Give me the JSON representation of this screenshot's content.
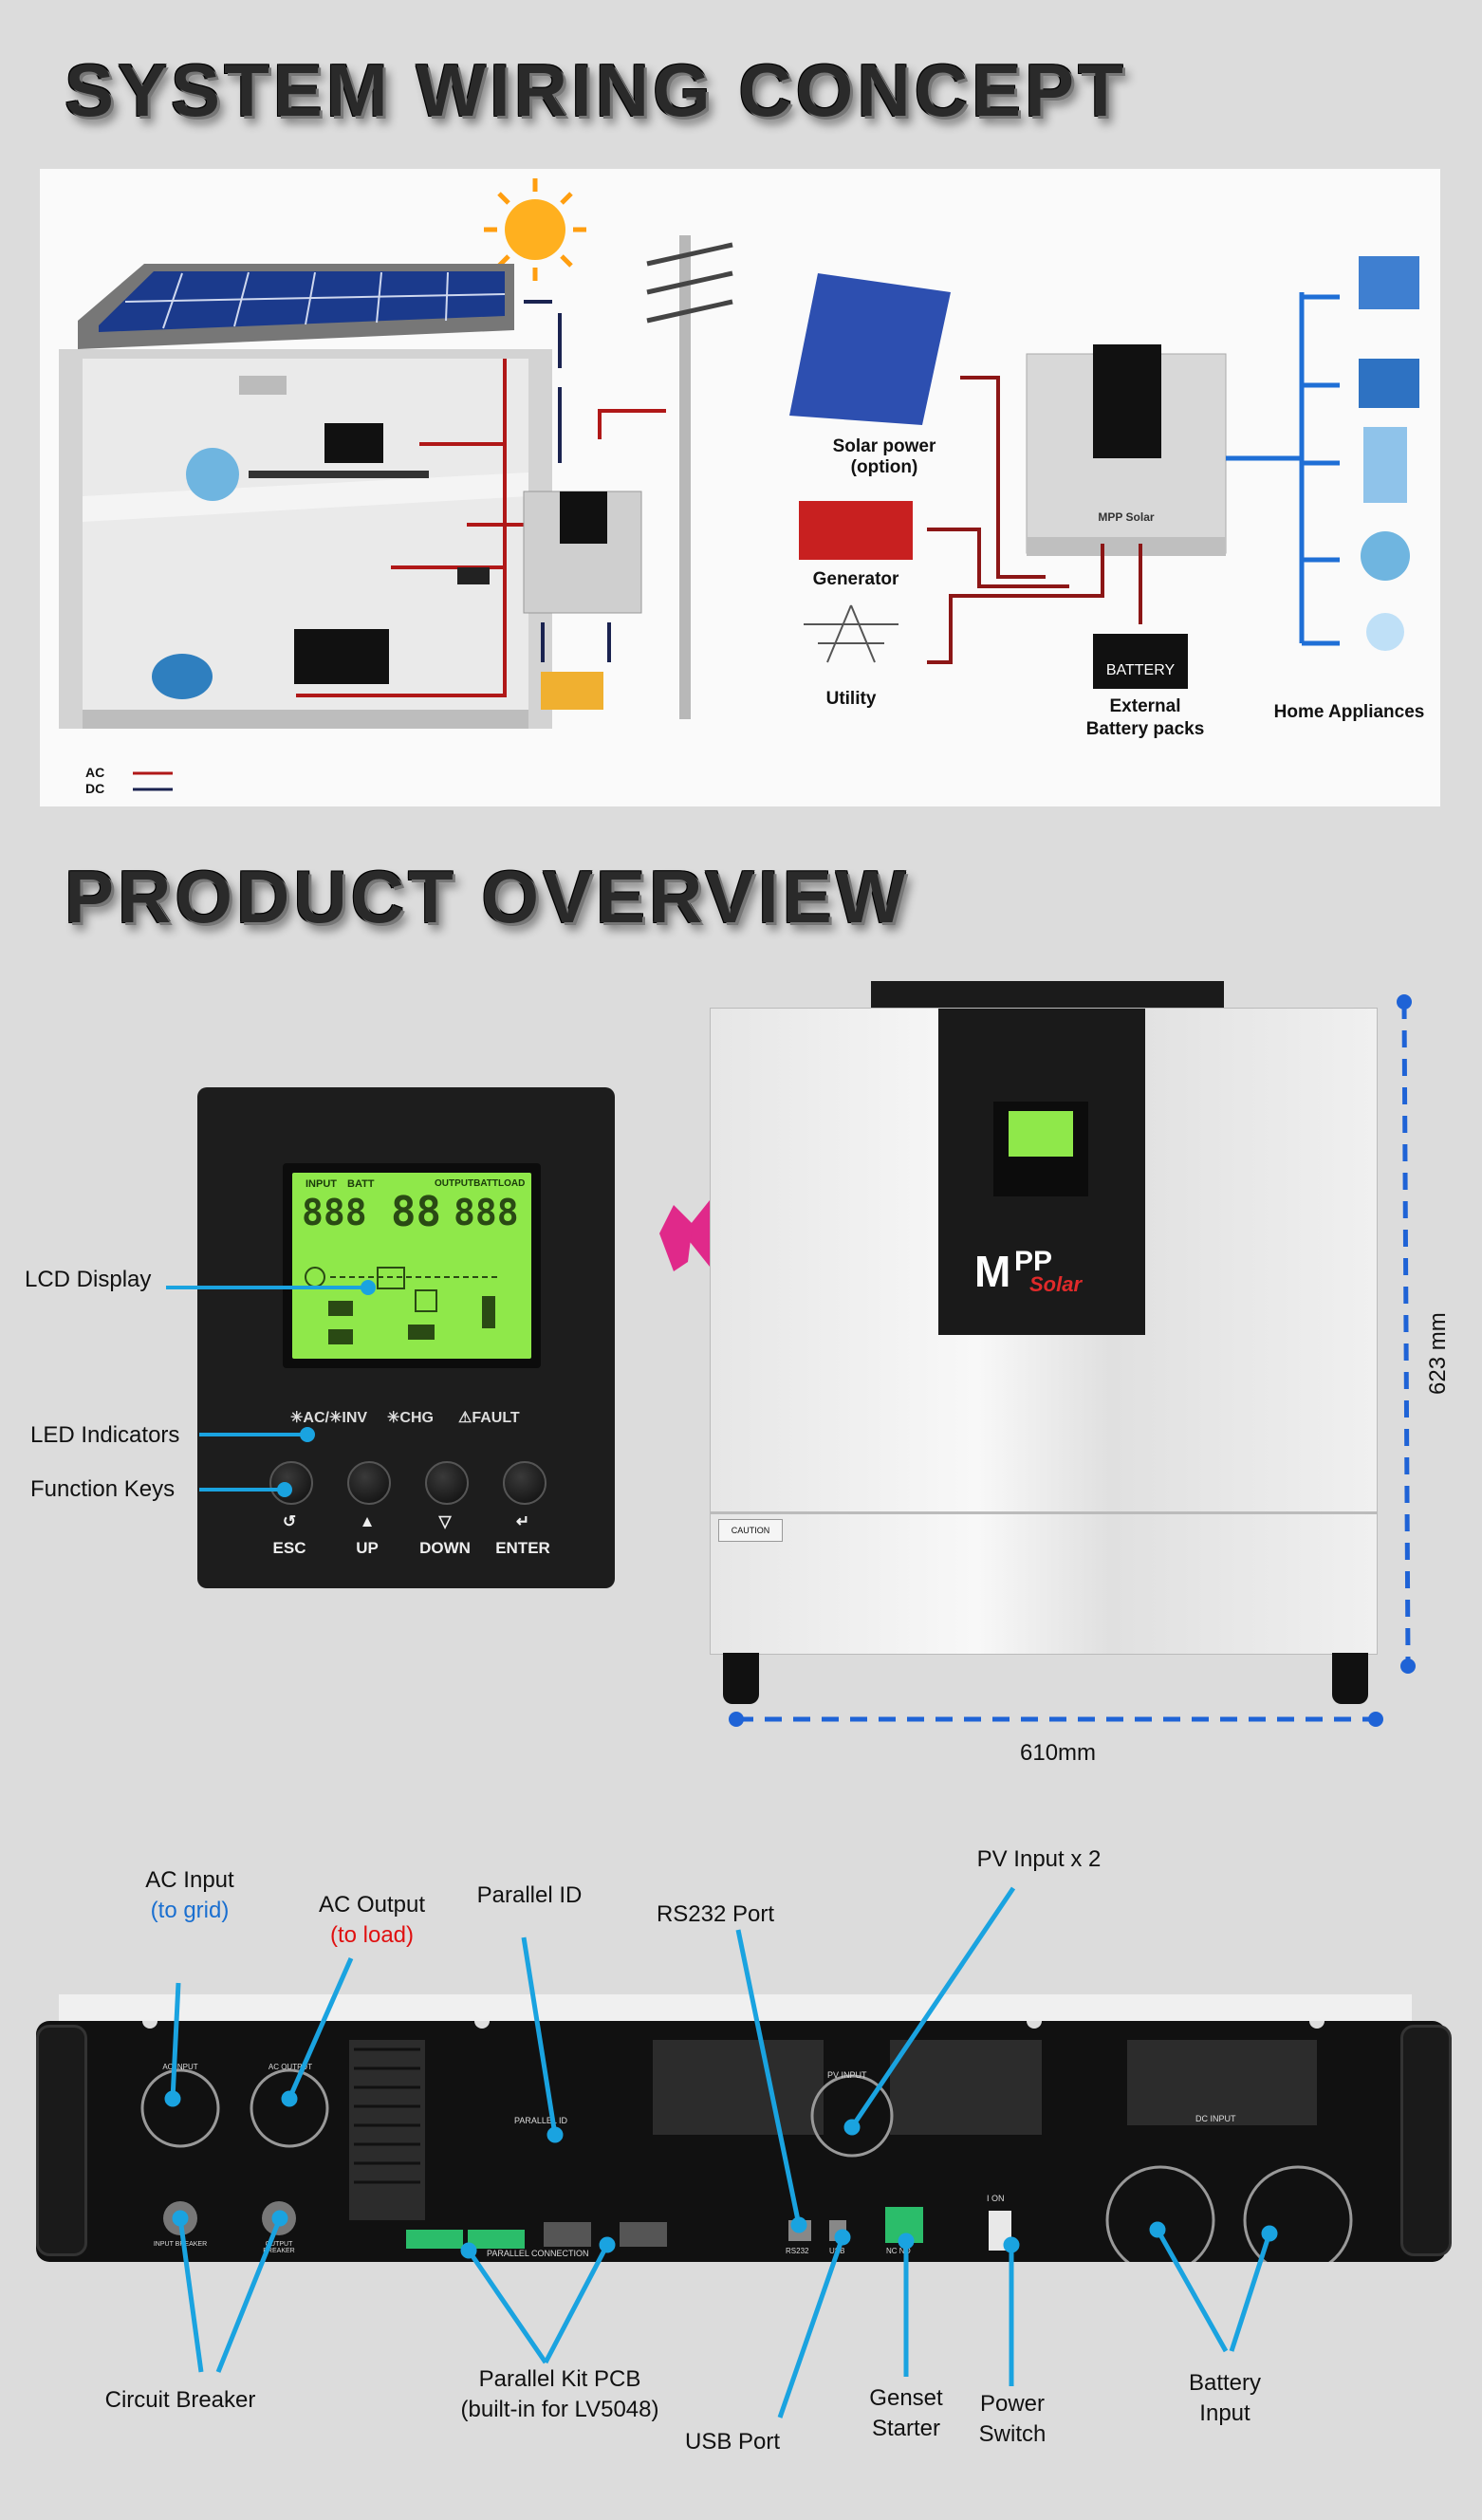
{
  "headings": {
    "wiring": "System Wiring Concept",
    "overview": "Product Overview"
  },
  "wiring": {
    "solar_power": "Solar power",
    "solar_option": "(option)",
    "generator": "Generator",
    "utility": "Utility",
    "battery_box": "BATTERY",
    "external_1": "External",
    "external_2": "Battery packs",
    "home_appliances": "Home Appliances",
    "legend_ac": "AC",
    "legend_dc": "DC",
    "inverter_logo": "MPP Solar"
  },
  "front": {
    "lcd_display": "LCD Display",
    "led_indicators": "LED Indicators",
    "function_keys": "Function Keys",
    "led_ac_inv": "✳AC/✳INV",
    "led_chg": "✳CHG",
    "led_fault": "⚠FAULT",
    "keys": [
      "ESC",
      "UP",
      "DOWN",
      "ENTER"
    ],
    "key_symbols": [
      "↺",
      "▲",
      "▽",
      "↵"
    ],
    "lcd_digits": [
      "888",
      "88",
      "888"
    ],
    "lcd_input": "INPUT",
    "lcd_batt": "BATT",
    "lcd_output": "OUTPUTBATTLOAD",
    "logo_m": "M",
    "logo_pp": "PP",
    "logo_solar": "Solar",
    "caution": "CAUTION",
    "height_dim": "623 mm",
    "width_dim": "610mm"
  },
  "rear": {
    "ac_input": "AC Input",
    "ac_input_sub": "(to grid)",
    "ac_output": "AC Output",
    "ac_output_sub": "(to load)",
    "parallel_id": "Parallel ID",
    "rs232_port": "RS232 Port",
    "pv_input": "PV Input x 2",
    "circuit_breaker": "Circuit Breaker",
    "parallel_kit_1": "Parallel Kit PCB",
    "parallel_kit_2": "(built-in for LV5048)",
    "usb_port": "USB Port",
    "genset_1": "Genset",
    "genset_2": "Starter",
    "power_1": "Power",
    "power_2": "Switch",
    "battery_1": "Battery",
    "battery_2": "Input",
    "panel_ac_input": "AC INPUT",
    "panel_ac_output": "AC OUTPUT",
    "panel_parallel_id": "PARALLEL ID",
    "panel_pv_input": "PV INPUT",
    "panel_dc_input": "DC INPUT",
    "panel_parallel_conn": "PARALLEL CONNECTION",
    "panel_rs232": "RS232",
    "panel_usb": "USB",
    "panel_no": "NC NO",
    "panel_on": "I ON",
    "panel_breaker_1": "INPUT BREAKER",
    "panel_breaker_2": "OUTPUT BREAKER"
  },
  "colors": {
    "accent_blue": "#1aa3e0",
    "dim_blue": "#1f63d6",
    "ac_red": "#b01818",
    "dc_navy": "#1a2350",
    "lcd_green": "#8fe84a",
    "arrow_pink": "#e0298a"
  }
}
